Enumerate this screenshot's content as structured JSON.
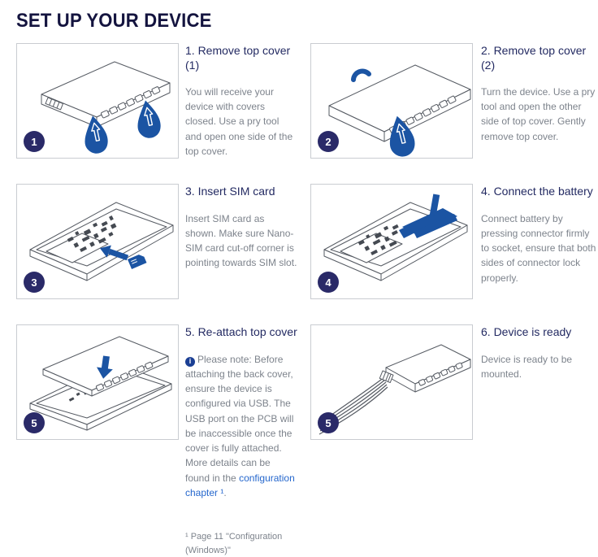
{
  "title": "SET UP YOUR DEVICE",
  "colors": {
    "title_navy": "#14143f",
    "heading_navy": "#232a62",
    "body_gray": "#7d838c",
    "badge_navy": "#2a2a68",
    "link_blue": "#2567cd",
    "illustration_blue": "#1b54a3",
    "box_border": "#c9ccd1"
  },
  "icons": {
    "info_glyph": "i"
  },
  "steps": [
    {
      "badge": "1",
      "illustration": "device-with-two-pry-tools",
      "title": "1. Remove top cover (1)",
      "body": "You will receive your device with covers closed. Use a pry tool and open one side of the top cover."
    },
    {
      "badge": "2",
      "illustration": "device-turned-with-pry-tool",
      "title": "2. Remove top cover (2)",
      "body": "Turn the device. Use a pry tool and open the other side of top cover. Gently remove top cover."
    },
    {
      "badge": "3",
      "illustration": "open-device-sim-insert",
      "title": "3. Insert SIM card",
      "body": "Insert SIM card as shown. Make sure Nano-SIM card cut-off corner is pointing towards SIM slot."
    },
    {
      "badge": "4",
      "illustration": "open-device-battery-connector",
      "title": "4. Connect the battery",
      "body": "Connect battery by pressing connector firmly to socket, ensure that both sides of connector lock properly."
    },
    {
      "badge": "5",
      "illustration": "reattach-top-cover",
      "title": "5. Re-attach top cover",
      "body_prefix": "Please note: Before attaching the back cover, ensure the device is configured via USB. The USB port on the PCB will be inaccessible once the cover is fully attached. More details can be found in the ",
      "link_text": "configuration chapter ¹",
      "body_suffix": "."
    },
    {
      "badge": "5",
      "illustration": "device-with-wiring-harness",
      "title": "6. Device is ready",
      "body": "Device is ready to be mounted."
    }
  ],
  "footnote": "¹ Page 11 \"Configuration (Windows)\""
}
